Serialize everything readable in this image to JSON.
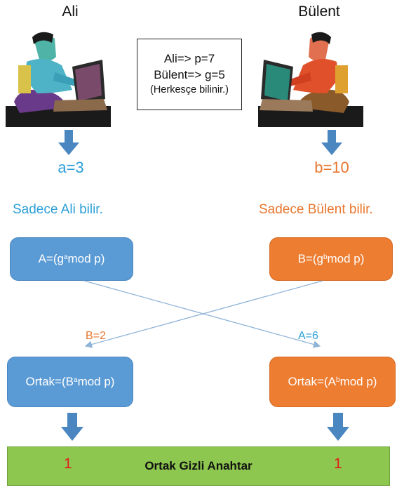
{
  "people": {
    "left_name": "Ali",
    "right_name": "Bülent"
  },
  "public_info": {
    "line1": "Ali=> p=7",
    "line2": "Bülent=> g=5",
    "note": "(Herkesçe bilinir.)"
  },
  "secrets": {
    "ali": "a=3",
    "bulent": "b=10"
  },
  "knowledge": {
    "ali": "Sadece Ali bilir.",
    "bulent": "Sadece Bülent bilir."
  },
  "public_keys": {
    "ali_prefix": "A=(g",
    "ali_exp": "a",
    "ali_suffix": " mod p)",
    "bulent_prefix": "B=(g",
    "bulent_exp": "b",
    "bulent_suffix": " mod p)"
  },
  "exchange": {
    "to_ali": "B=2",
    "to_bulent": "A=6"
  },
  "shared": {
    "ali_prefix": "Ortak=(B",
    "ali_exp": "a",
    "ali_suffix": " mod p)",
    "bulent_prefix": "Ortak=(A",
    "bulent_exp": "b",
    "bulent_suffix": " mod p)"
  },
  "result": {
    "title": "Ortak Gizli Anahtar",
    "ali_value": "1",
    "bulent_value": "1"
  },
  "colors": {
    "blue_box": "#5b9bd5",
    "orange_box": "#ed7d31",
    "blue_text": "#2c9fd8",
    "orange_text": "#e8772e",
    "green_bar": "#8dc74f",
    "red_value": "#e02020"
  },
  "icons": {
    "person_left": "person-at-laptop-icon",
    "person_right": "person-at-laptop-icon",
    "down_arrow": "down-arrow-icon"
  }
}
